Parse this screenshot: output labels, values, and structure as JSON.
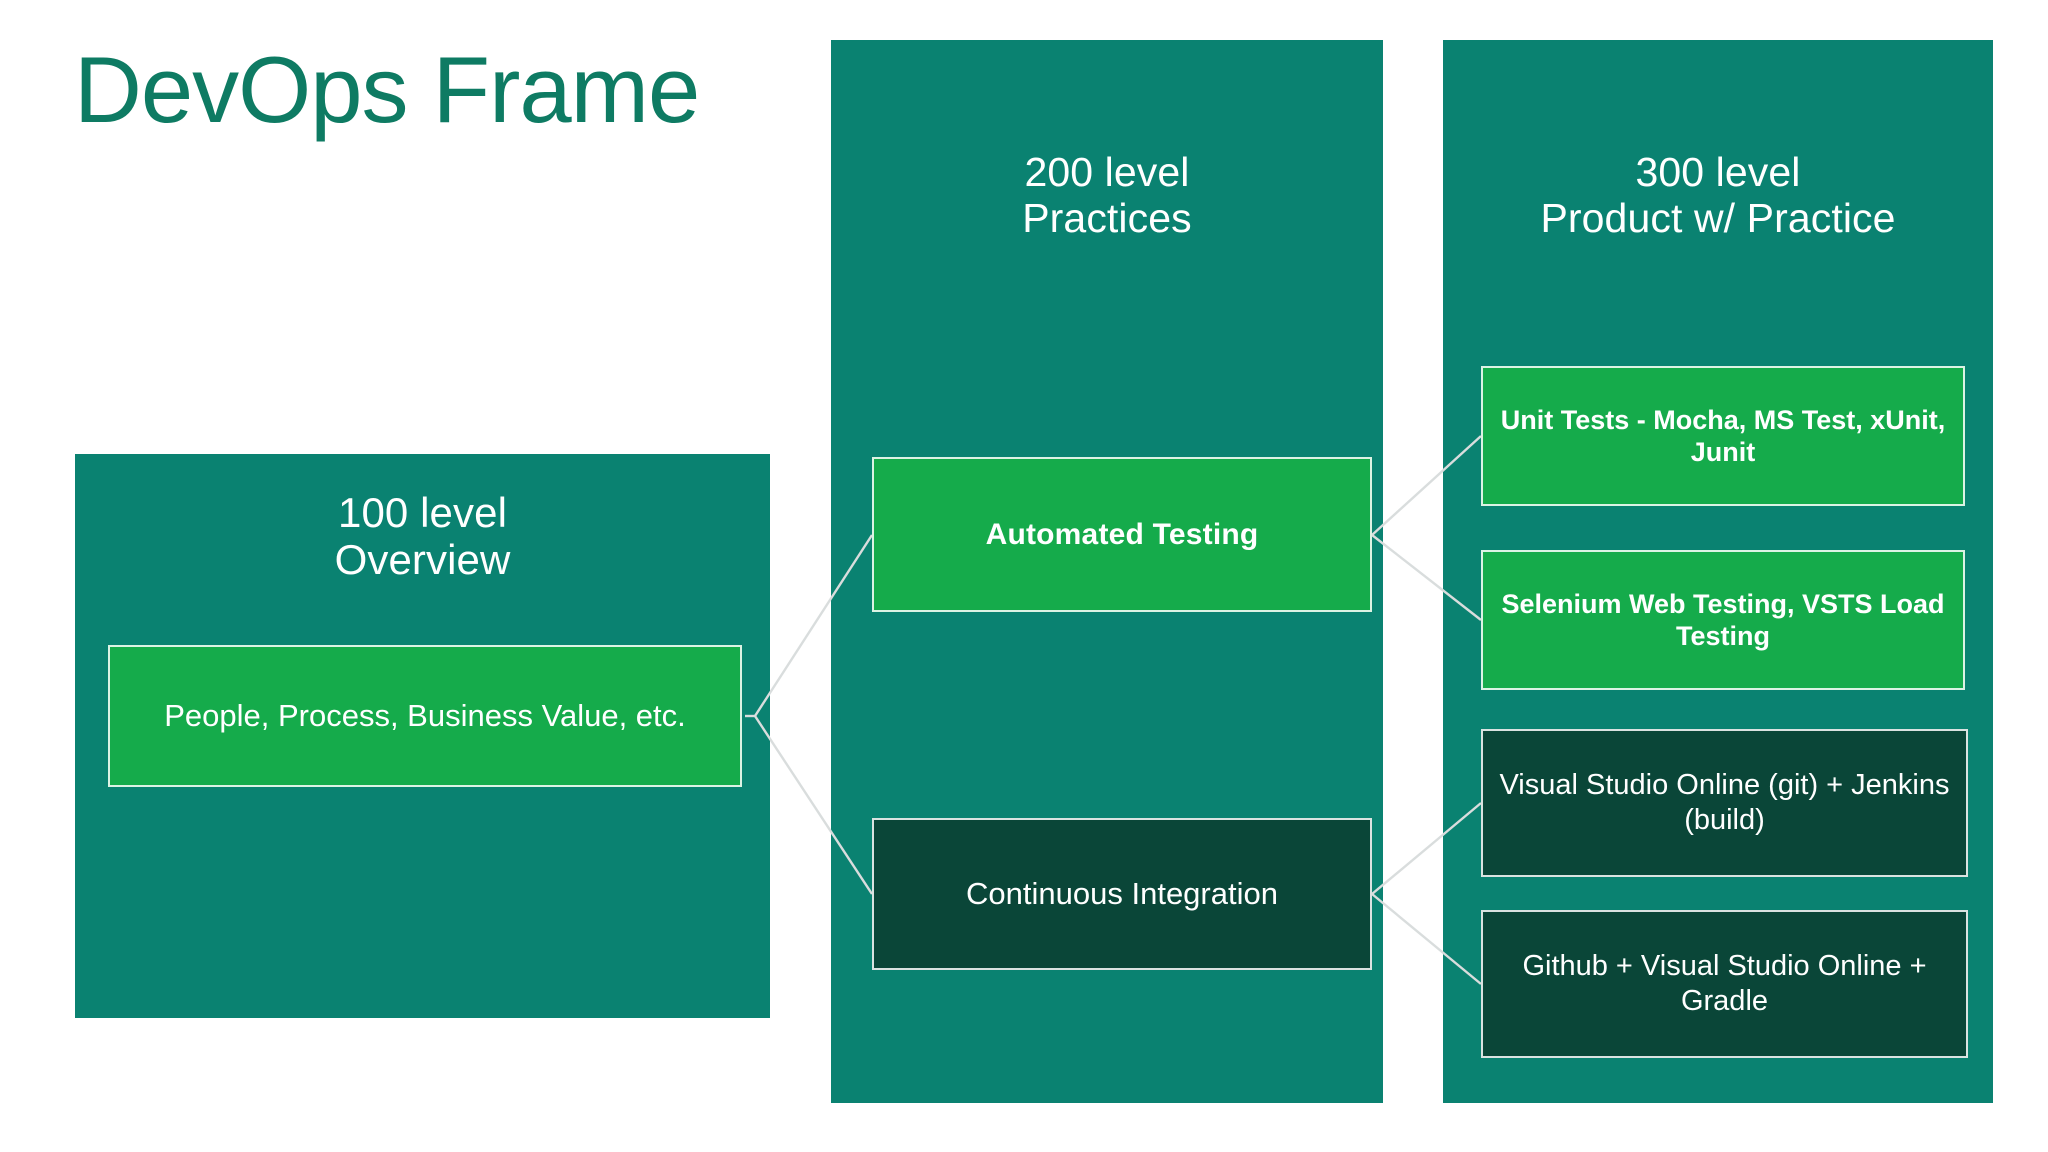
{
  "slide": {
    "title": "DevOps Frame",
    "background_color": "#FFFFFF",
    "title_color": "#0E7B63",
    "panel_color": "#0A8271",
    "green_node_color": "#15AB4B",
    "dark_node_color": "#0A4638",
    "connector_color": "#D9DDDD"
  },
  "columns": [
    {
      "id": "col-1",
      "header_line_1": "100 level",
      "header_line_2": "Overview",
      "nodes": [
        {
          "label": "People, Process, Business Value, etc.",
          "style": "green"
        }
      ]
    },
    {
      "id": "col-2",
      "header_line_1": "200 level",
      "header_line_2": "Practices",
      "nodes": [
        {
          "label": "Automated Testing",
          "style": "green"
        },
        {
          "label": "Continuous Integration",
          "style": "dark"
        }
      ]
    },
    {
      "id": "col-3",
      "header_line_1": "300 level",
      "header_line_2": "Product w/ Practice",
      "nodes": [
        {
          "label": "Unit Tests - Mocha, MS Test, xUnit, Junit",
          "style": "green"
        },
        {
          "label": "Selenium Web Testing, VSTS Load Testing",
          "style": "green"
        },
        {
          "label": "Visual Studio Online (git) + Jenkins (build)",
          "style": "dark"
        },
        {
          "label": "Github + Visual Studio Online + Gradle",
          "style": "dark"
        }
      ]
    }
  ],
  "connectors": [
    {
      "from": "people-process",
      "to": "automated-testing"
    },
    {
      "from": "people-process",
      "to": "continuous-integration"
    },
    {
      "from": "automated-testing",
      "to": "unit-tests"
    },
    {
      "from": "automated-testing",
      "to": "selenium-web-testing"
    },
    {
      "from": "continuous-integration",
      "to": "visual-studio-online-jenkins"
    },
    {
      "from": "continuous-integration",
      "to": "github-visual-studio-online-gradle"
    }
  ]
}
